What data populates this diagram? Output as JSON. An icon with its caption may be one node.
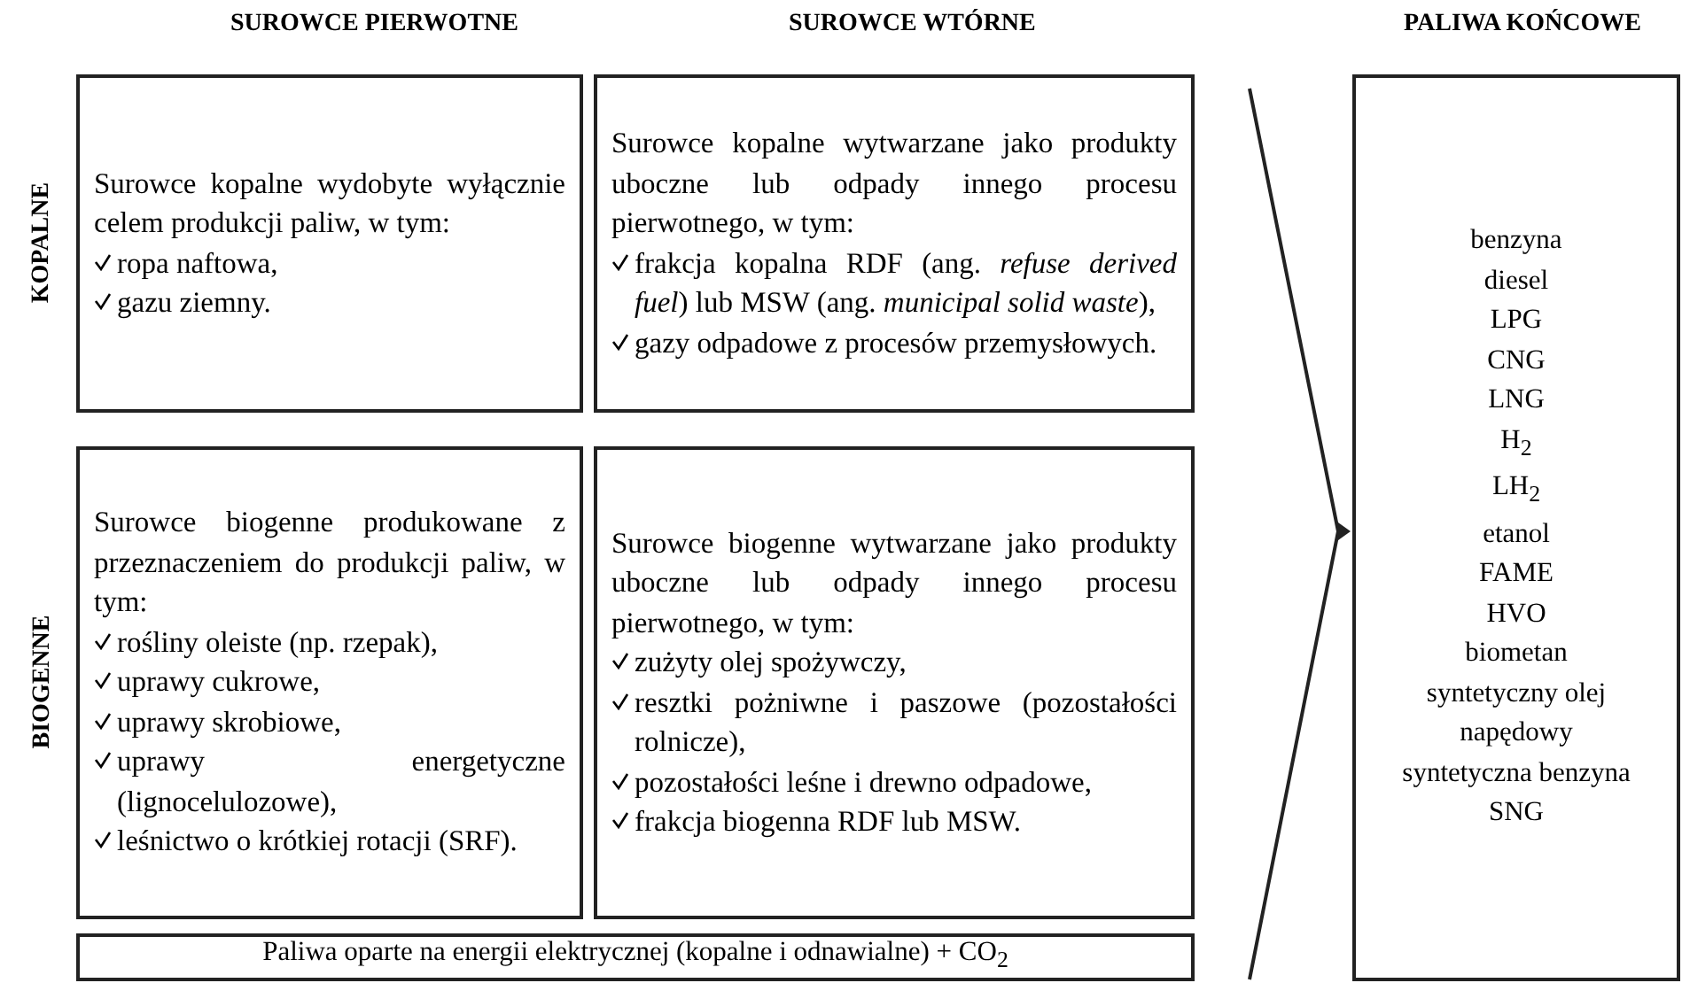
{
  "diagram": {
    "nodes": [
      {
        "text": [
          "Surowce kopalne wydobyte wyłącznie celem produkcji paliw, w tym:",
          "ropa naftowa,",
          "gazu ziemny."
        ]
      },
      {
        "text": [
          "Surowce kopalne wytwarzane jako produkty uboczne lub odpady innego procesu pierwotnego, w tym:",
          "frakcja kopalna RDF (ang. *refuse derived fuel*) lub MSW (ang. *municipal solid waste*),",
          "gazy odpadowe z procesów przemysłowych."
        ]
      },
      {
        "text": [
          "Surowce biogenne produkowane z przeznaczeniem do produkcji paliw, w tym:",
          "rośliny oleiste (np. rzepak),",
          "uprawy cukrowe,",
          "uprawy skrobiowe,",
          "uprawy energetyczne (lignocelulozowe),",
          "leśnictwo o krótkiej rotacji (SRF)."
        ]
      },
      {
        "text": [
          "Surowce biogenne wytwarzane jako produkty uboczne lub odpady innego procesu pierwotnego, w tym:",
          "zużyty olej spożywczy,",
          "resztki pożniwne i paszowe (pozostałości rolnicze),",
          "pozostałości leśne i drewno odpadowe,",
          "frakcja biogenna RDF lub MSW."
        ]
      },
      {
        "text": [
          "Paliwa oparte na energii elektrycznej (kopalne i odnawialne) + CO$_{2}$"
        ]
      },
      {
        "text": [
          "benzyna",
          "diesel",
          "LPG",
          "CNG",
          "LNG",
          "H$_{2}$",
          "LH$_{2}$",
          "etanol",
          "FAME",
          "HVO",
          "biometan",
          "syntetyczny olej napędowy",
          "syntetyczna benzyna",
          "SNG"
        ]
      }
    ],
    "edges": [
      {
        "from": null,
        "to": 5,
        "arrow": "to"
      }
    ],
    "labels": [
      "SUROWCE PIERWOTNE",
      "SUROWCE WTÓRNE",
      "PALIWA KOŃCOWE",
      "KOPALNE",
      "BIOGENNE"
    ]
  }
}
